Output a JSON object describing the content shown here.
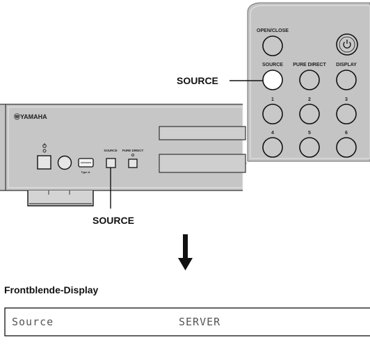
{
  "remote": {
    "buttons": {
      "open_close": "OPEN/CLOSE",
      "source": "SOURCE",
      "pure_direct": "PURE DIRECT",
      "display": "DISPLAY",
      "num1": "1",
      "num2": "2",
      "num3": "3",
      "num4": "4",
      "num5": "5",
      "num6": "6"
    },
    "power_icon": "power-icon",
    "callout": "SOURCE"
  },
  "player": {
    "brand": "ⓌYAMAHA",
    "source_label": "SOURCE",
    "pure_direct_label": "PURE DIRECT",
    "usb_label": "Type A",
    "callout": "SOURCE"
  },
  "section_title": "Frontblende-Display",
  "display": {
    "left": "Source",
    "right": "SERVER"
  }
}
